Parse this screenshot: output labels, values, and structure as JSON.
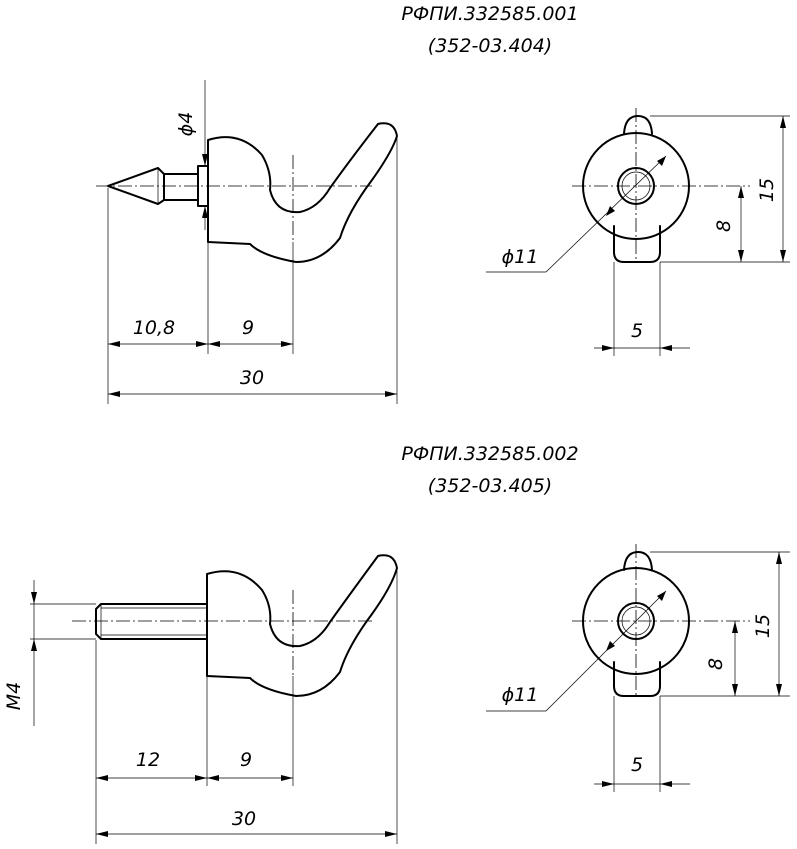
{
  "parts": [
    {
      "designation": "РФПИ.332585.001",
      "code": "(352-03.404)",
      "dims": {
        "shaft": "ϕ4",
        "tip_length": "10,8",
        "body": "9",
        "total": "30",
        "circle": "ϕ11",
        "height_center": "8",
        "height_total": "15",
        "width": "5"
      }
    },
    {
      "designation": "РФПИ.332585.002",
      "code": "(352-03.405)",
      "dims": {
        "shaft": "M4",
        "tip_length": "12",
        "body": "9",
        "total": "30",
        "circle": "ϕ11",
        "height_center": "8",
        "height_total": "15",
        "width": "5"
      }
    }
  ]
}
